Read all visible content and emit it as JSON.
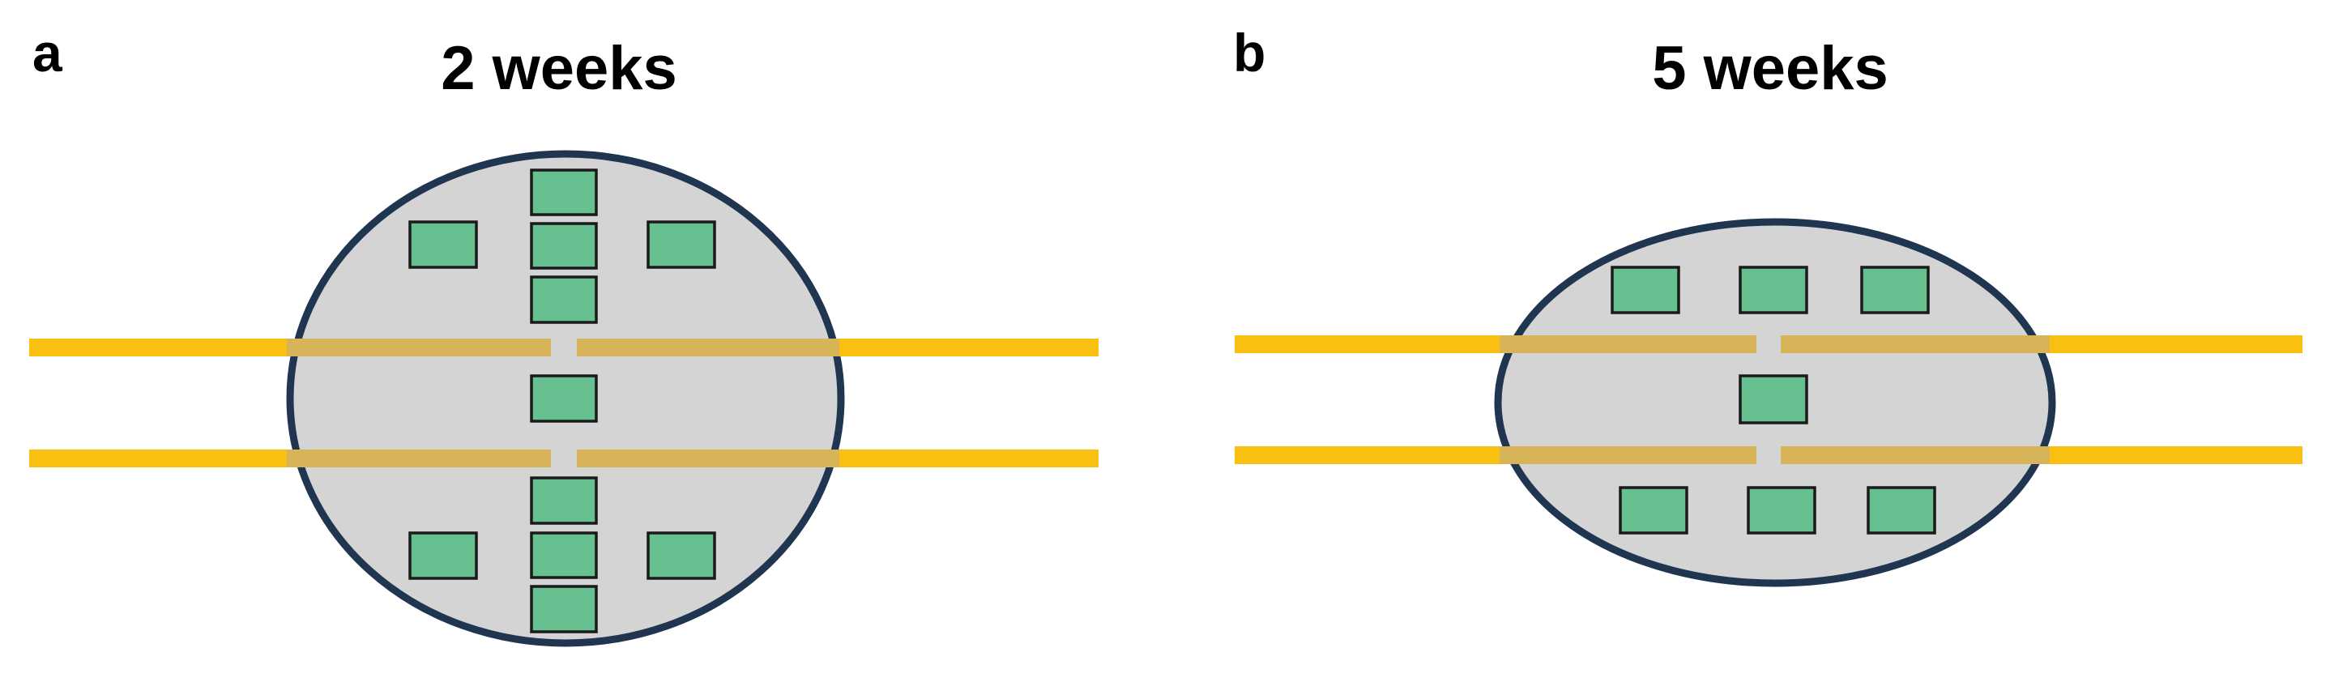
{
  "panels": [
    {
      "id": "a",
      "letter": "a",
      "title": "2 weeks"
    },
    {
      "id": "b",
      "letter": "b",
      "title": "5 weeks"
    }
  ],
  "colors": {
    "background": "#ffffff",
    "ellipse_fill": "#d4d4d4",
    "ellipse_stroke": "#1f3550",
    "line_outside": "#f9bf11",
    "line_inside": "#d6b457",
    "box_fill": "#66c08f",
    "box_stroke": "#1a1a1a",
    "text": "#000000"
  }
}
